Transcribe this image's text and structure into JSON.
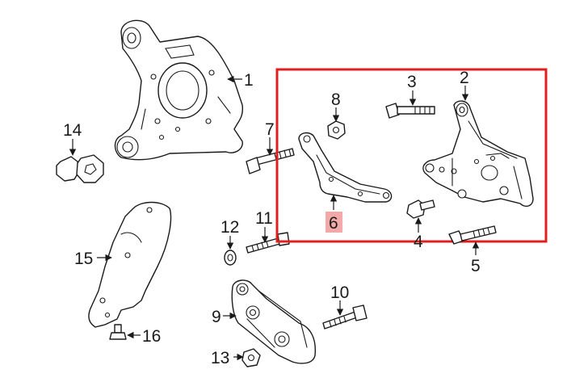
{
  "colors": {
    "highlight_box": "#e02020",
    "highlight_label_bg": "#f4a9a9",
    "line": "#1a1a1a"
  },
  "callouts": [
    {
      "id": "1",
      "label": "1"
    },
    {
      "id": "2",
      "label": "2"
    },
    {
      "id": "3",
      "label": "3"
    },
    {
      "id": "4",
      "label": "4"
    },
    {
      "id": "5",
      "label": "5"
    },
    {
      "id": "6",
      "label": "6",
      "highlighted": true
    },
    {
      "id": "7",
      "label": "7"
    },
    {
      "id": "8",
      "label": "8"
    },
    {
      "id": "9",
      "label": "9"
    },
    {
      "id": "10",
      "label": "10"
    },
    {
      "id": "11",
      "label": "11"
    },
    {
      "id": "12",
      "label": "12"
    },
    {
      "id": "13",
      "label": "13"
    },
    {
      "id": "14",
      "label": "14"
    },
    {
      "id": "15",
      "label": "15"
    },
    {
      "id": "16",
      "label": "16"
    }
  ]
}
